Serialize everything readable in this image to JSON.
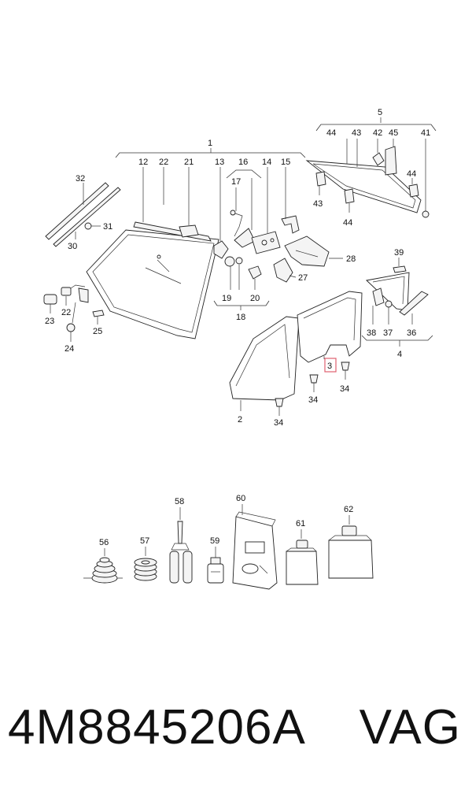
{
  "callouts": {
    "c1": "1",
    "c2": "2",
    "c3": "3",
    "c4": "4",
    "c5": "5",
    "c12": "12",
    "c13": "13",
    "c14": "14",
    "c15": "15",
    "c16": "16",
    "c17": "17",
    "c18": "18",
    "c19": "19",
    "c20": "20",
    "c21": "21",
    "c22a": "22",
    "c22b": "22",
    "c23": "23",
    "c24": "24",
    "c25": "25",
    "c27": "27",
    "c28": "28",
    "c30": "30",
    "c31": "31",
    "c32": "32",
    "c34a": "34",
    "c34b": "34",
    "c34c": "34",
    "c36": "36",
    "c37": "37",
    "c38": "38",
    "c39": "39",
    "c41": "41",
    "c42": "42",
    "c43a": "43",
    "c43b": "43",
    "c44a": "44",
    "c44b": "44",
    "c44c": "44",
    "c45": "45",
    "c56": "56",
    "c57": "57",
    "c58": "58",
    "c59": "59",
    "c60": "60",
    "c61": "61",
    "c62": "62"
  },
  "highlight_color": "#e06070",
  "footer": {
    "part_number": "4M8845206A",
    "brand": "VAG"
  }
}
